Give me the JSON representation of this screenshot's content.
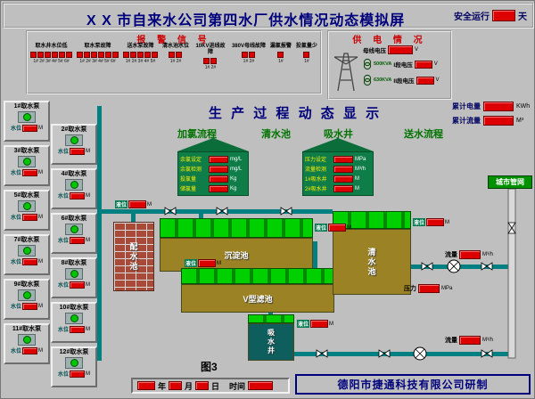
{
  "title": "X X 市自来水公司第四水厂供水情况动态模拟屏",
  "safety": {
    "label": "安全运行",
    "unit": "天"
  },
  "alarm": {
    "title": "报 警 信 号",
    "groups": [
      {
        "label": "取水井水位低",
        "count": 6,
        "tags": "1# 2# 3# 4# 5# 6#"
      },
      {
        "label": "取水泵故障",
        "count": 6,
        "tags": "1# 2# 3# 4# 5# 6#"
      },
      {
        "label": "送水泵故障",
        "count": 5,
        "tags": "1# 2# 3# 4# 5#"
      },
      {
        "label": "清水池水位",
        "count": 2,
        "tags": "1# 2#"
      },
      {
        "label": "10KV进线故障",
        "count": 2,
        "tags": "1# 2#"
      },
      {
        "label": "380V母线故障",
        "count": 2,
        "tags": "1# 2#"
      },
      {
        "label": "漏氯报警",
        "count": 1,
        "tags": "1#"
      },
      {
        "label": "投氯量少",
        "count": 1,
        "tags": "1#"
      }
    ]
  },
  "power": {
    "title": "供 电 情 况",
    "bus_label": "母线电压",
    "volt_unit": "V",
    "transformers": [
      {
        "kva": "500KVA",
        "seg": "I段电压"
      },
      {
        "kva": "630KVA",
        "seg": "II段电压"
      }
    ]
  },
  "totals": [
    {
      "label": "累计电量",
      "unit": "KWh"
    },
    {
      "label": "累计流量",
      "unit": "M³"
    }
  ],
  "process": {
    "heading": "生 产 过 程 动 态 显 示",
    "flow_labels": [
      "加氯流程",
      "清水池",
      "吸水井",
      "送水流程"
    ]
  },
  "chlorine_house": {
    "rows": [
      {
        "label": "余氯设定",
        "unit": "mg/L"
      },
      {
        "label": "余氯检测",
        "unit": "mg/L"
      },
      {
        "label": "投氯量",
        "unit": "Kg"
      },
      {
        "label": "储氯量",
        "unit": "Kg"
      }
    ]
  },
  "duty_house": {
    "rows": [
      {
        "label": "压力设定",
        "unit": "MPa"
      },
      {
        "label": "流量检测",
        "unit": "M³/h"
      },
      {
        "label": "1#吸水井",
        "unit": "M"
      },
      {
        "label": "2#吸水井",
        "unit": "M"
      }
    ]
  },
  "wells": {
    "level_label": "水位",
    "level_unit": "M",
    "left": [
      {
        "title": "1#取水泵"
      },
      {
        "title": "3#取水泵"
      },
      {
        "title": "5#取水泵"
      },
      {
        "title": "7#取水泵"
      },
      {
        "title": "9#取水泵"
      },
      {
        "title": "11#取水泵"
      }
    ],
    "right": [
      {
        "title": "2#取水泵"
      },
      {
        "title": "4#取水泵"
      },
      {
        "title": "6#取水泵"
      },
      {
        "title": "8#取水泵"
      },
      {
        "title": "10#取水泵"
      },
      {
        "title": "12#取水泵"
      }
    ]
  },
  "tanks": {
    "level_label": "液位",
    "level_unit": "M",
    "peishui": "配水池",
    "chendian": "沉淀池",
    "lvchi": "V型滤池",
    "qingshui": "清水池",
    "xishui": "吸水井"
  },
  "network": {
    "label": "城市管网",
    "meters": [
      {
        "label": "流量",
        "unit": "M³/h"
      },
      {
        "label": "压力",
        "unit": "MPa"
      },
      {
        "label": "流量",
        "unit": "M³/h"
      }
    ]
  },
  "footer": {
    "figure": "图3",
    "date_labels": [
      "年",
      "月",
      "日"
    ],
    "time_label": "时间",
    "company": "德阳市捷通科技有限公司研制"
  },
  "colors": {
    "background": "#bfbfbf",
    "title_navy": "#00007d",
    "alarm_red": "#cc0000",
    "led_red": "#dd0000",
    "flow_green": "#007400",
    "tank_green": "#00d000",
    "tank_wall": "#9b8325",
    "pipe_teal": "#008080"
  }
}
